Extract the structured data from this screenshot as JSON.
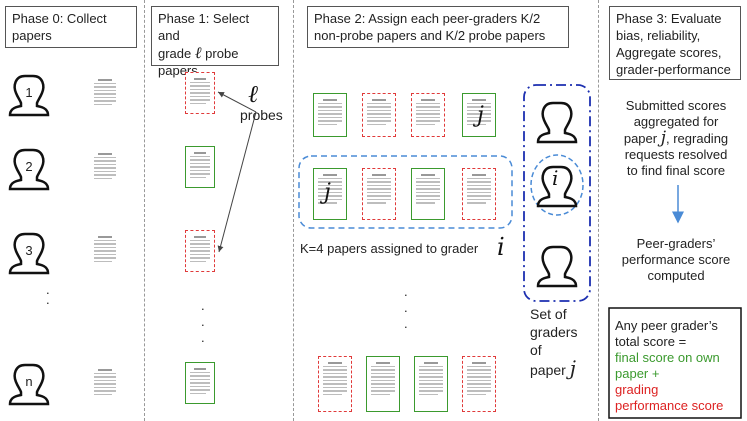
{
  "phases": {
    "p0": "Phase 0: Collect papers",
    "p1_a": "Phase 1: Select and",
    "p1_b": "grade",
    "p1_c": "probe",
    "p1_d": "papers",
    "p2": "Phase 2: Assign each peer-graders K/2 non-probe papers and K/2 probe papers",
    "p3": "Phase 3: Evaluate bias, reliability, Aggregate scores, grader-performance"
  },
  "phase0": {
    "students": [
      "1",
      "2",
      "3",
      "n"
    ]
  },
  "phase1": {
    "ell": "ℓ",
    "probes": "probes"
  },
  "phase2": {
    "j": "j",
    "i": "i",
    "assigned": "K=4 papers assigned to grader",
    "set_of_graders": [
      "Set of",
      "graders",
      "of",
      "paper"
    ]
  },
  "phase3": {
    "aggregate_a": "Submitted scores",
    "aggregate_b": "aggregated for",
    "aggregate_c": "paper",
    "aggregate_d": ", regrading",
    "aggregate_e": "requests resolved",
    "aggregate_f": "to find final score",
    "perf_a": "Peer-graders’",
    "perf_b": "performance score",
    "perf_c": "computed",
    "total_a": "Any peer grader’s",
    "total_b": "total score =",
    "total_c": "final score on own",
    "total_d": "paper +",
    "total_e": "grading",
    "total_f": "performance score"
  },
  "colors": {
    "green": "#3b9a2e",
    "red": "#e03a3a",
    "blue": "#2b5fd9",
    "navy": "#1c2fb0",
    "arrow": "#4a8bd6"
  },
  "ellipsis": "."
}
